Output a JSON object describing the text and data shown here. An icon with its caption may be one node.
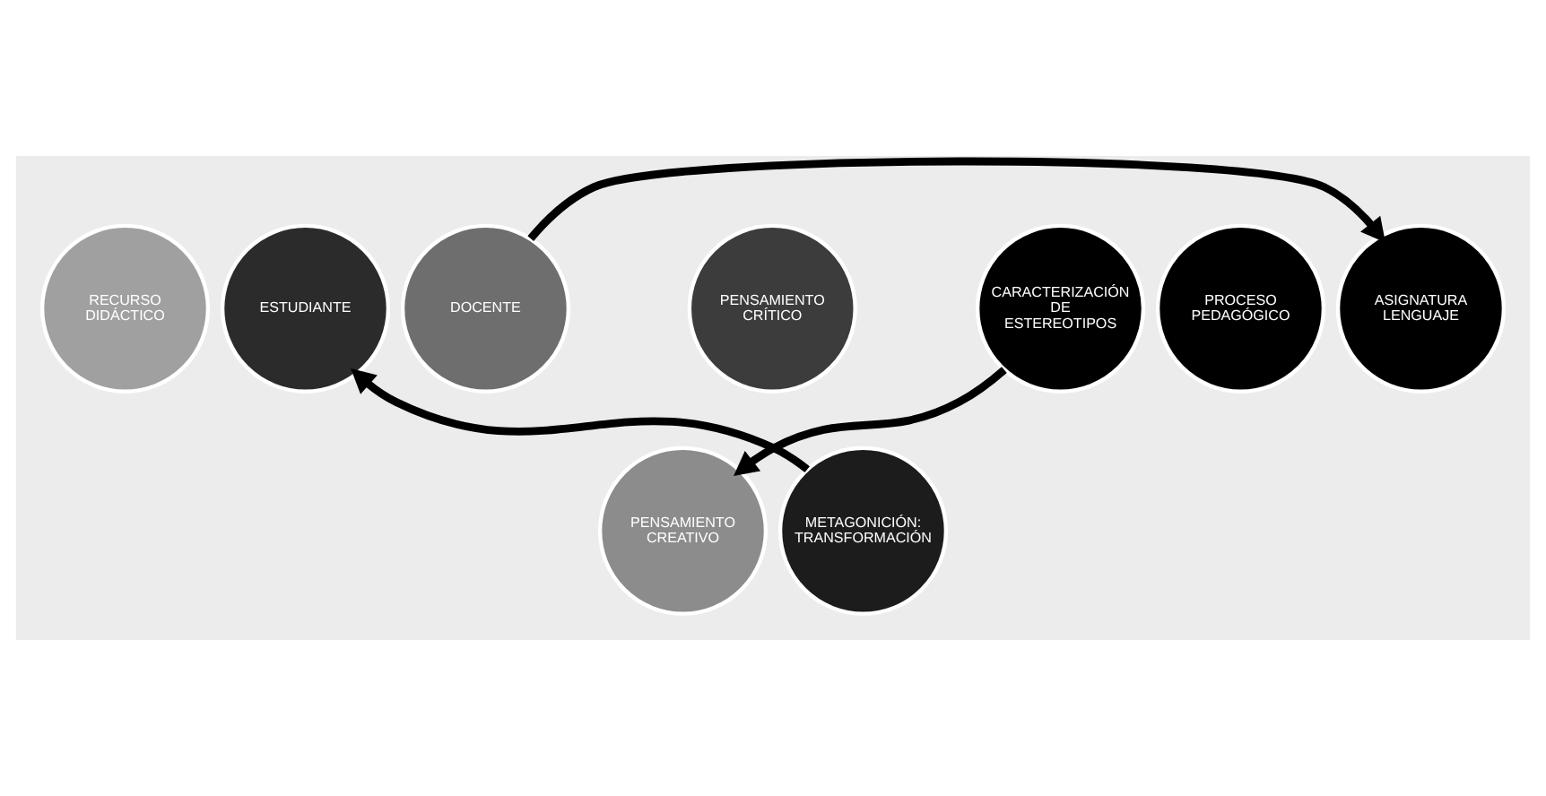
{
  "diagram": {
    "nodes": [
      {
        "text": [
          "DOCENTE"
        ]
      },
      {
        "text": [
          "ESTUDIANTE"
        ]
      },
      {
        "text": [
          "RECURSO DIDÁCTICO"
        ]
      },
      {
        "text": [
          "ASIGNATURA LENGUAJE"
        ]
      },
      {
        "text": [
          "PROCESO PEDAGÓGICO"
        ]
      },
      {
        "text": [
          "CARACTERIZACIÓN DE ESTEREOTIPOS"
        ]
      },
      {
        "text": [
          "PENSAMIENTO CRÍTICO"
        ]
      },
      {
        "text": [
          "METAGONICIÓN: TRANSFORMACIÓN"
        ]
      },
      {
        "text": [
          "PENSAMIENTO CREATIVO"
        ]
      }
    ],
    "edges": [
      {
        "from": 0,
        "to": 3,
        "arrow": "to"
      },
      {
        "from": 5,
        "to": 8,
        "arrow": "to"
      },
      {
        "from": 7,
        "to": 1,
        "arrow": "to"
      }
    ]
  }
}
